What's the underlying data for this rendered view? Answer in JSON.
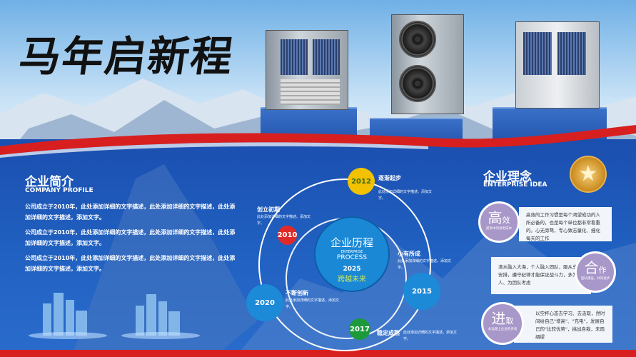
{
  "headline": "马年启新程",
  "company": {
    "title": "企业简介",
    "subtitle": "COMPANY PROFILE",
    "paragraphs": [
      "公司成立于2010年，此处添加详细的文字描述，此处添加详细的文字描述，此处添加详细的文字描述，添加文字。",
      "公司成立于2010年，此处添加详细的文字描述，此处添加详细的文字描述，此处添加详细的文字描述，添加文字。",
      "公司成立于2010年，此处添加详细的文字描述，此处添加详细的文字描述，此处添加详细的文字描述，添加文字。"
    ]
  },
  "process": {
    "title": "企业历程",
    "sub1": "ENTERPRISE",
    "sub2": "PROCESS",
    "year": "2025",
    "slogan": "跨越未来",
    "milestones": [
      {
        "year": "2010",
        "title": "创立初期",
        "desc": "此处添加详细的文字描述。添加文字。",
        "color": "#e02a2a"
      },
      {
        "year": "2012",
        "title": "逐渐起步",
        "desc": "此处添加详细的文字描述。添加文字。",
        "color": "#f2c200"
      },
      {
        "year": "2015",
        "title": "小有所成",
        "desc": "此处添加详细的文字描述。添加文字。",
        "color": "#1d8ad8"
      },
      {
        "year": "2017",
        "title": "稳定成熟",
        "desc": "此处添加详细的文字描述。添加文字。",
        "color": "#1c9a3a"
      },
      {
        "year": "2020",
        "title": "不断创新",
        "desc": "此处添加详细的文字描述。添加文字。",
        "color": "#1d8ad8"
      }
    ]
  },
  "idea": {
    "title": "企业理念",
    "subtitle": "ENTERPRISE IDEA",
    "items": [
      {
        "big": "高",
        "small": "效",
        "tag": "提高中的效用成本",
        "text": "高效的工作习惯是每个渴望成功的人所必备的，也是每个单位都非常看重的。心无旁骛，专心致志量化、细化每天的工作"
      },
      {
        "big": "合",
        "small": "作",
        "tag": "团队建设，共同进步",
        "text": "滴水融入大海，个人融入团队，服从总体安排，遵守纪律才能保证战斗力，多为别人、为团队考虑"
      },
      {
        "big": "进",
        "small": "取",
        "tag": "永远踏上企业的步伐",
        "text": "以空杯心态去学习、去汲取，然时间给自己\"增高\"、\"充电\"，发展自己的\"比较优势\"，挑战自我，未雨绸缪"
      }
    ]
  }
}
